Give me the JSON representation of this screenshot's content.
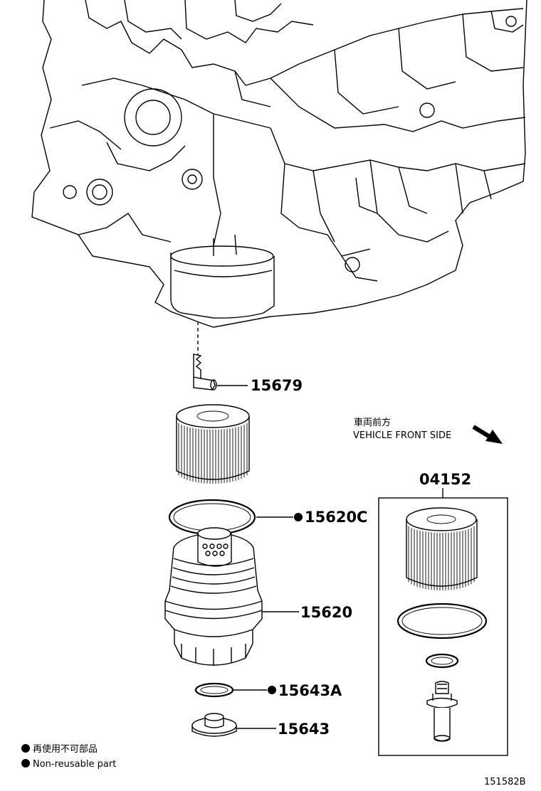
{
  "parts": {
    "p15679": "15679",
    "p15620C": "15620C",
    "p15620": "15620",
    "p15643A": "15643A",
    "p15643": "15643",
    "p04152": "04152"
  },
  "direction": {
    "jp": "車両前方",
    "en": "VEHICLE FRONT SIDE"
  },
  "legend": {
    "jp": "再使用不可部品",
    "en": "Non-reusable part"
  },
  "figure_id": "151582B"
}
